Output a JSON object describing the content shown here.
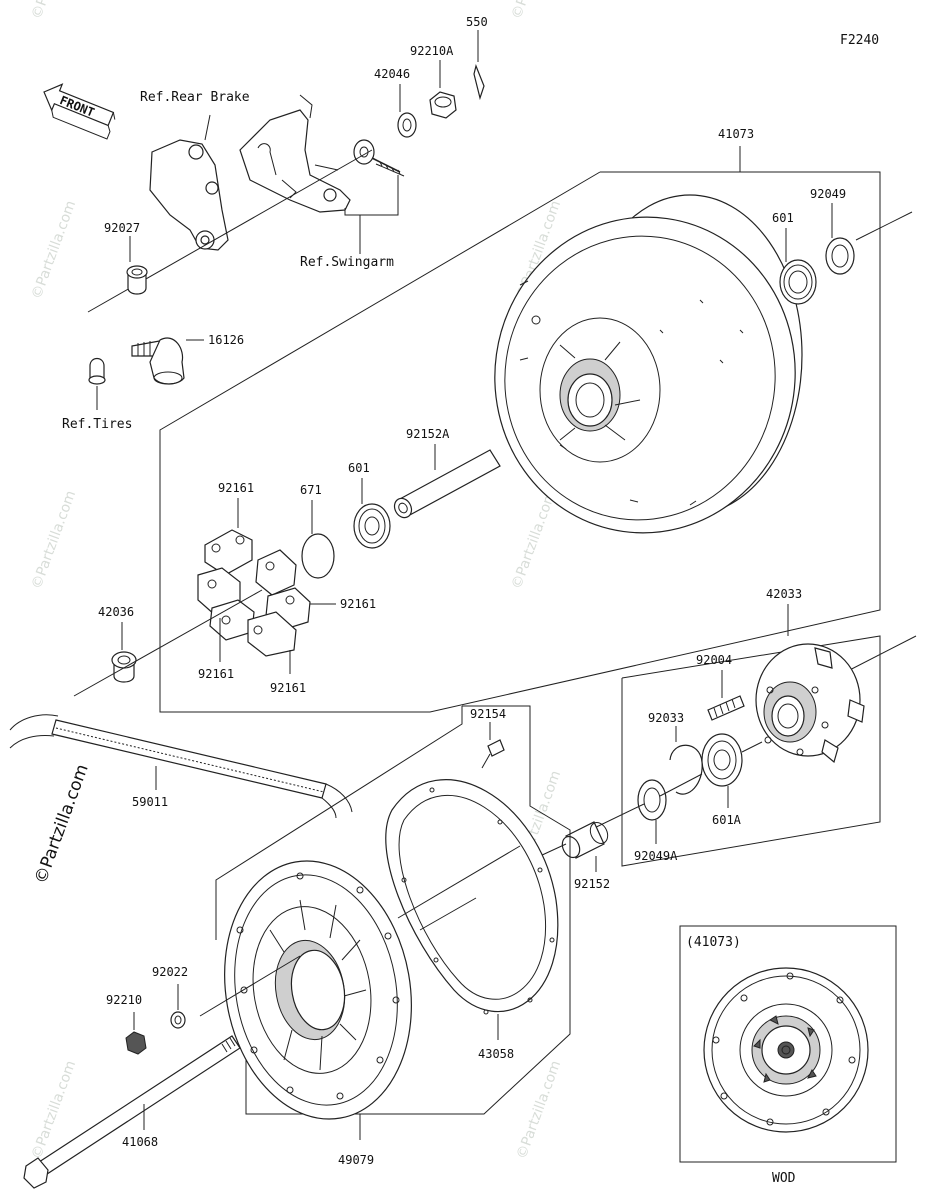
{
  "diagram": {
    "code": "F2240",
    "front_label": "FRONT",
    "watermark": "©Partzilla.com",
    "references": {
      "rear_brake": "Ref.Rear Brake",
      "swingarm": "Ref.Swingarm",
      "tires": "Ref.Tires"
    },
    "parts": [
      {
        "number": "550"
      },
      {
        "number": "92210A"
      },
      {
        "number": "42046"
      },
      {
        "number": "41073"
      },
      {
        "number": "92049"
      },
      {
        "number": "601"
      },
      {
        "number": "92027"
      },
      {
        "number": "16126"
      },
      {
        "number": "92152A"
      },
      {
        "number": "601"
      },
      {
        "number": "671"
      },
      {
        "number": "92161"
      },
      {
        "number": "92161"
      },
      {
        "number": "92161"
      },
      {
        "number": "92161"
      },
      {
        "number": "42036"
      },
      {
        "number": "42033"
      },
      {
        "number": "92004"
      },
      {
        "number": "92033"
      },
      {
        "number": "601A"
      },
      {
        "number": "92049A"
      },
      {
        "number": "92154"
      },
      {
        "number": "59011"
      },
      {
        "number": "92152"
      },
      {
        "number": "92022"
      },
      {
        "number": "92210"
      },
      {
        "number": "43058"
      },
      {
        "number": "41068"
      },
      {
        "number": "49079"
      }
    ],
    "inset": {
      "ref_label": "(41073)",
      "caption": "WOD"
    }
  }
}
